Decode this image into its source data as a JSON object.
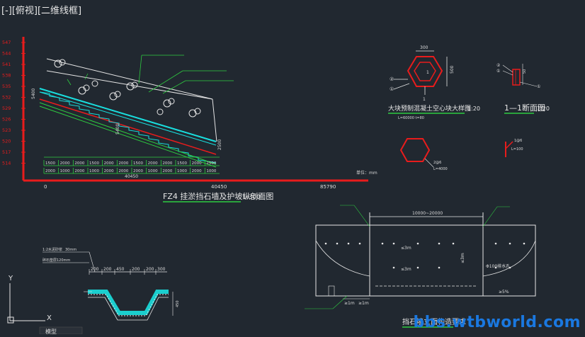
{
  "viewport": {
    "label": "[-][俯视][二维线框]"
  },
  "watermark": "bbs.wtbworld.com",
  "profile": {
    "title": "FZ4 挂淤挡石墙及护坡纵剖面图",
    "scale": "1:300",
    "elevation_ticks": [
      "547",
      "544",
      "541",
      "538",
      "535",
      "532",
      "529",
      "526",
      "523",
      "520",
      "517",
      "514"
    ],
    "axis_zero": "0",
    "axis_mid": "40450",
    "axis_end": "85790",
    "axis_unit": "单位：mm",
    "dim_row1": [
      "1500",
      "2000",
      "2000",
      "1500",
      "2000",
      "2000",
      "1500",
      "2000",
      "2000",
      "1500",
      "2000",
      "2500"
    ],
    "dim_row2": [
      "2000",
      "1000",
      "2000",
      "1000",
      "2000",
      "2000",
      "2000",
      "1000",
      "2000",
      "1000",
      "2000",
      "1000"
    ],
    "total_length": "40450",
    "side_dim_left": "5400",
    "side_dim_right": "2500",
    "side_dim_mid": "5400"
  },
  "hex_detail": {
    "title": "大块预制混凝土空心块大样图",
    "scale": "1:20",
    "width_dim": "300",
    "height_dim": "500",
    "section_marker": "1",
    "callout_a": "①",
    "callout_b": "②",
    "note": "L=60000  t=80"
  },
  "section_detail": {
    "title": "1—1断面图",
    "scale": "1:20",
    "dim": "50"
  },
  "hex_legend": {
    "note": "L=4000",
    "sub": "2@6"
  },
  "rebar_legend": {
    "note": "L=100",
    "sub": "1@6"
  },
  "wall_elevation": {
    "title": "挡石墙立面构造要求",
    "top_dim": "10000~20000",
    "spacing_a": "≤3m",
    "spacing_b": "≤3m",
    "height_dim": "≤3m",
    "drain_label": "Φ100排水孔",
    "slope_label": "≥5%",
    "bottom_dim_a": "≥1m",
    "bottom_dim_b": "≥1m"
  },
  "channel_section": {
    "top_dims": [
      "200",
      "200",
      "450",
      "200",
      "200",
      "300"
    ],
    "label_a": "1:2水泥砂浆",
    "label_a_val": "30mm",
    "label_b": "碎石垫层",
    "label_b_val": "120mm",
    "height_dim": "450"
  },
  "ucs": {
    "y_label": "Y",
    "x_label": "X"
  },
  "bottom_tab": "模型"
}
